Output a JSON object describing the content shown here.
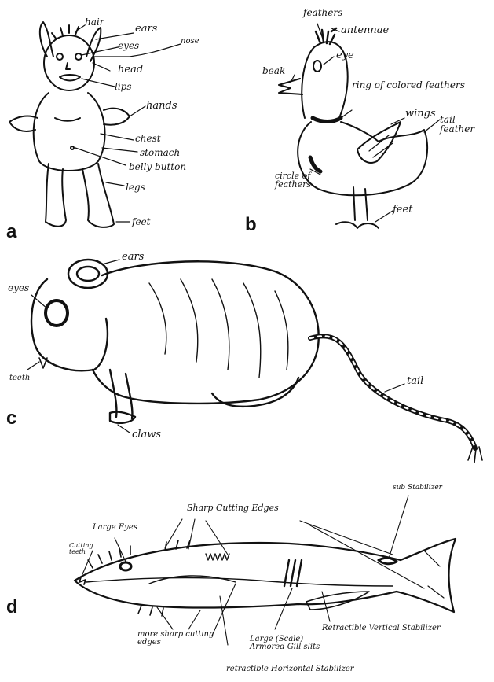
{
  "panels": {
    "a": {
      "letter": "a",
      "labels": {
        "hair": "hair",
        "ears": "ears",
        "eyes": "eyes",
        "nose": "nose",
        "head": "head",
        "lips": "lips",
        "hands": "hands",
        "chest": "chest",
        "stomach": "stomach",
        "belly_button": "belly button",
        "legs": "legs",
        "feet": "feet"
      }
    },
    "b": {
      "letter": "b",
      "labels": {
        "feathers": "feathers",
        "antennae": "antennae",
        "eye": "eye",
        "beak": "beak",
        "ring": "ring of colored feathers",
        "wings": "wings",
        "tail_feather": "tail feather",
        "circle": "circle of feathers",
        "feet": "feet"
      }
    },
    "c": {
      "letter": "c",
      "labels": {
        "ears": "ears",
        "eyes": "eyes",
        "teeth": "teeth",
        "tail": "tail",
        "claws": "claws"
      }
    },
    "d": {
      "letter": "d",
      "labels": {
        "sharp_cutting_edges": "Sharp Cutting Edges",
        "sub_stabilizer": "sub Stabilizer",
        "large_eyes": "Large Eyes",
        "cutting_teeth": "Cutting teeth",
        "more_sharp": "more sharp cutting edges",
        "large_gill": "Large (Scale) Armored Gill slits",
        "retractible_vertical": "Retractible Vertical Stabilizer",
        "retractible_horizontal": "retractible Horizontal Stabilizer"
      }
    }
  }
}
